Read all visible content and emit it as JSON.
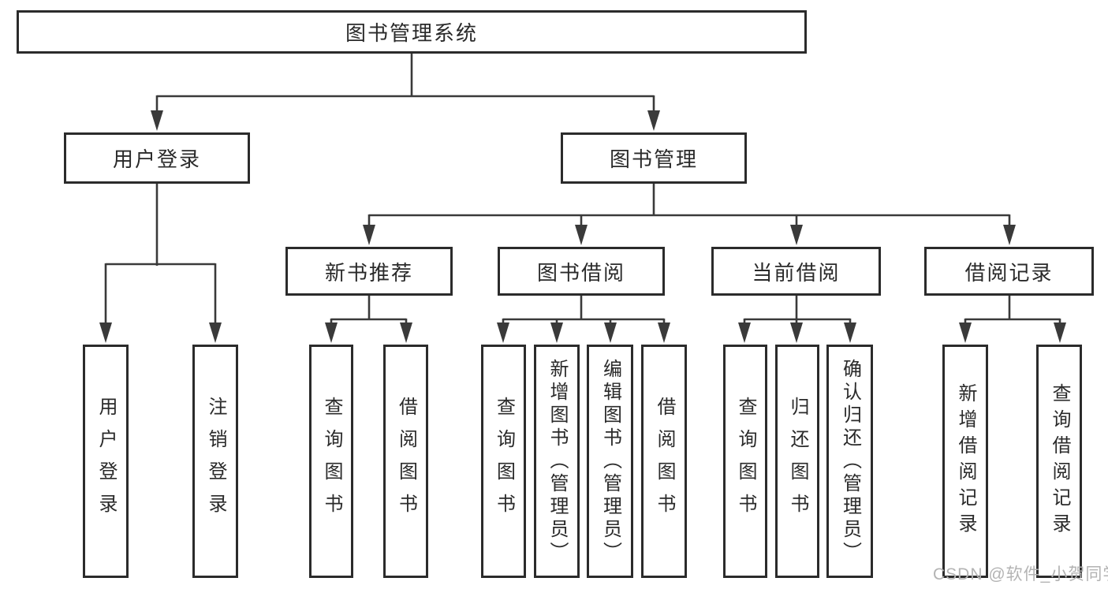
{
  "root": {
    "label": "图书管理系统"
  },
  "level2": [
    {
      "label": "用户登录"
    },
    {
      "label": "图书管理"
    }
  ],
  "level3": [
    {
      "label": "新书推荐"
    },
    {
      "label": "图书借阅"
    },
    {
      "label": "当前借阅"
    },
    {
      "label": "借阅记录"
    }
  ],
  "leaves": [
    {
      "label": "用户登录"
    },
    {
      "label": "注销登录"
    },
    {
      "label": "查询图书"
    },
    {
      "label": "借阅图书"
    },
    {
      "label": "查询图书"
    },
    {
      "label": "新增图书（管理员）"
    },
    {
      "label": "编辑图书（管理员）"
    },
    {
      "label": "借阅图书"
    },
    {
      "label": "查询图书"
    },
    {
      "label": "归还图书"
    },
    {
      "label": "确认归还（管理员）"
    },
    {
      "label": "新增借阅记录"
    },
    {
      "label": "查询借阅记录"
    }
  ],
  "watermark": {
    "text": "CSDN @软件_小贺同学"
  },
  "colors": {
    "background": "#ffffff",
    "box_border": "#2b2b2b",
    "connector_line": "#3a3a3a",
    "text": "#2a2a2a",
    "watermark_text": "#b3b3b3"
  }
}
